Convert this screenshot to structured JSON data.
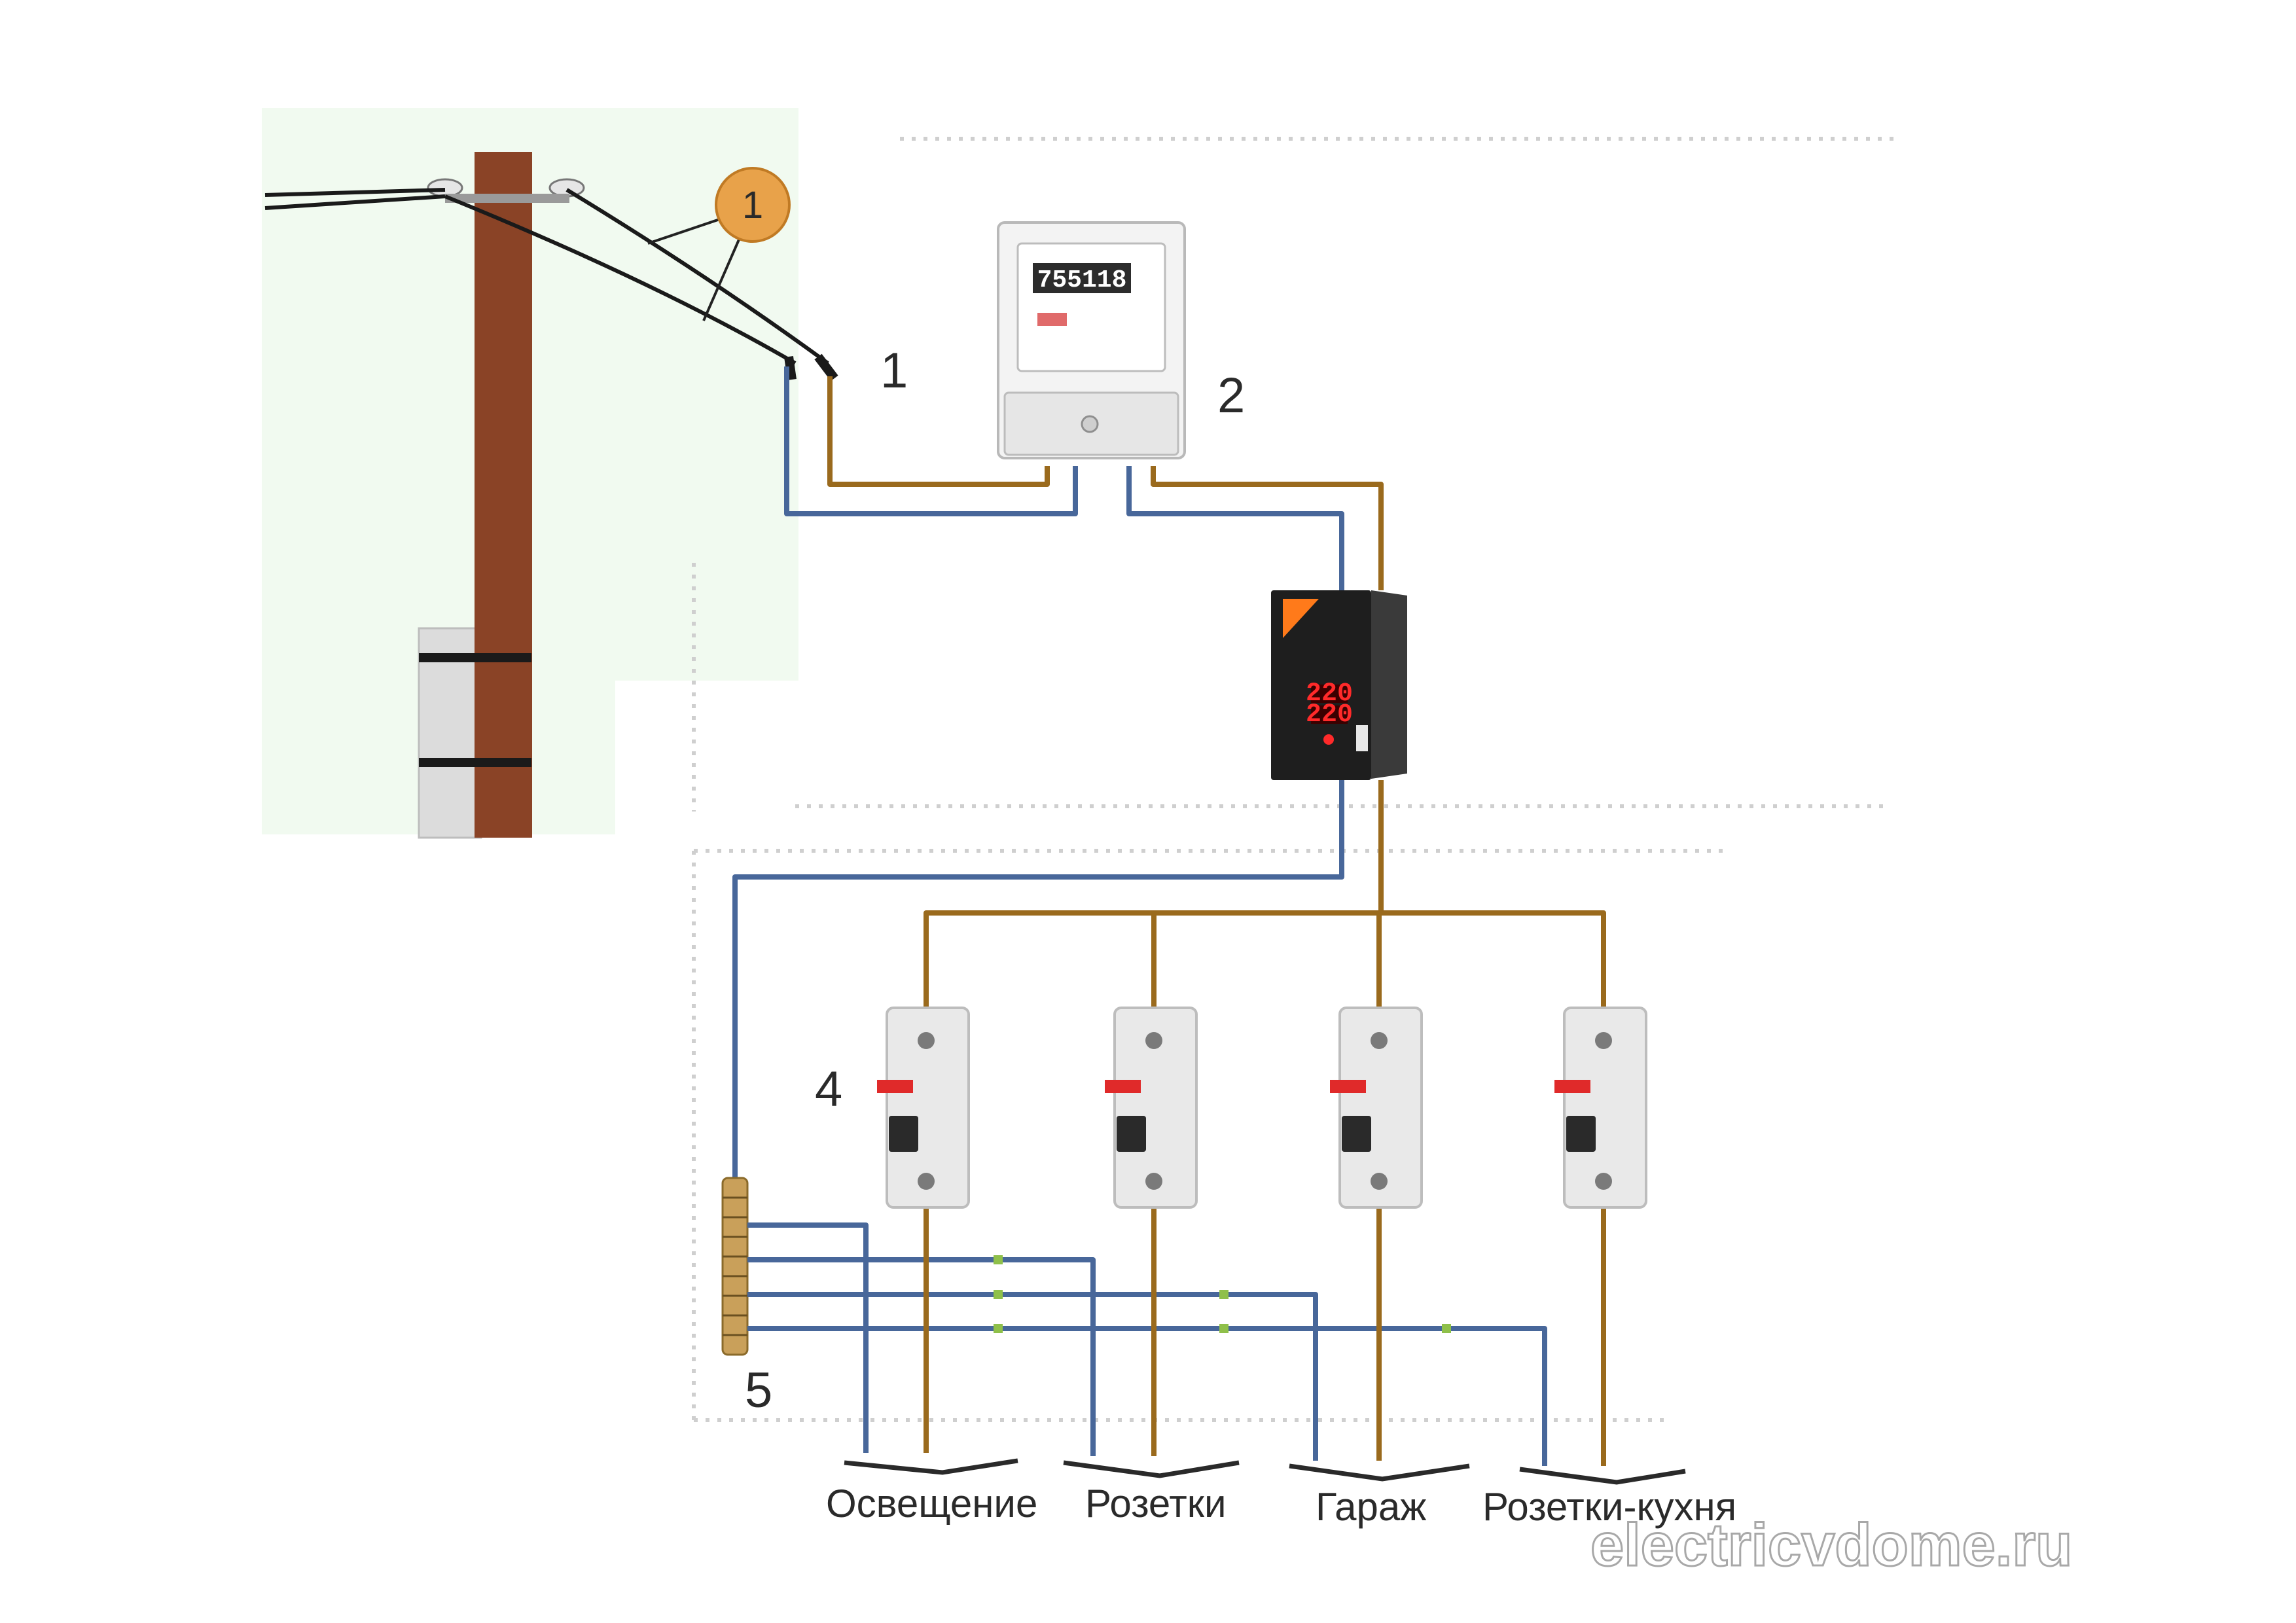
{
  "labels": {
    "entry_number": "1",
    "meter_number": "2",
    "breakers_number": "4",
    "bus_number": "5",
    "marker_number": "1"
  },
  "circuits": [
    "Освещение",
    "Розетки",
    "Гараж",
    "Розетки-кухня"
  ],
  "watermark": "electricvdome.ru",
  "meter": {
    "reading": "755118"
  },
  "stabilizer": {
    "display_top": "220",
    "display_bottom": "220"
  },
  "colors": {
    "phase_wire": "#9a6a1d",
    "neutral_wire": "#48679a",
    "pole": "#8a4326",
    "marker": "#e8a24a",
    "background_panel": "#f1faf0"
  }
}
